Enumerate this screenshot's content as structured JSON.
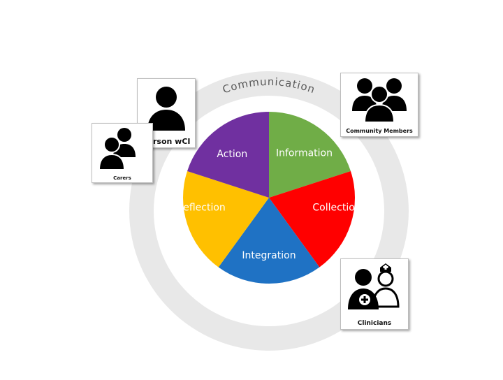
{
  "diagram": {
    "outer_ring_label": "Communication",
    "segments": [
      {
        "label": "Information",
        "color": "#70ad47"
      },
      {
        "label": "Collection",
        "color": "#ff0000"
      },
      {
        "label": "Integration",
        "color": "#1f72c4"
      },
      {
        "label": "Reflection",
        "color": "#ffc000"
      },
      {
        "label": "Action",
        "color": "#7030a0"
      }
    ],
    "ring_color": "#e8e8e8",
    "segment_text_color": "#ffffff"
  },
  "stakeholders": {
    "person": {
      "label": "Person wCI",
      "icon": "person-icon"
    },
    "carers": {
      "label": "Carers",
      "icon": "carers-icon"
    },
    "community": {
      "label": "Community Members",
      "icon": "community-members-icon"
    },
    "clinicians": {
      "label": "Clinicians",
      "icon": "clinicians-icon"
    }
  }
}
